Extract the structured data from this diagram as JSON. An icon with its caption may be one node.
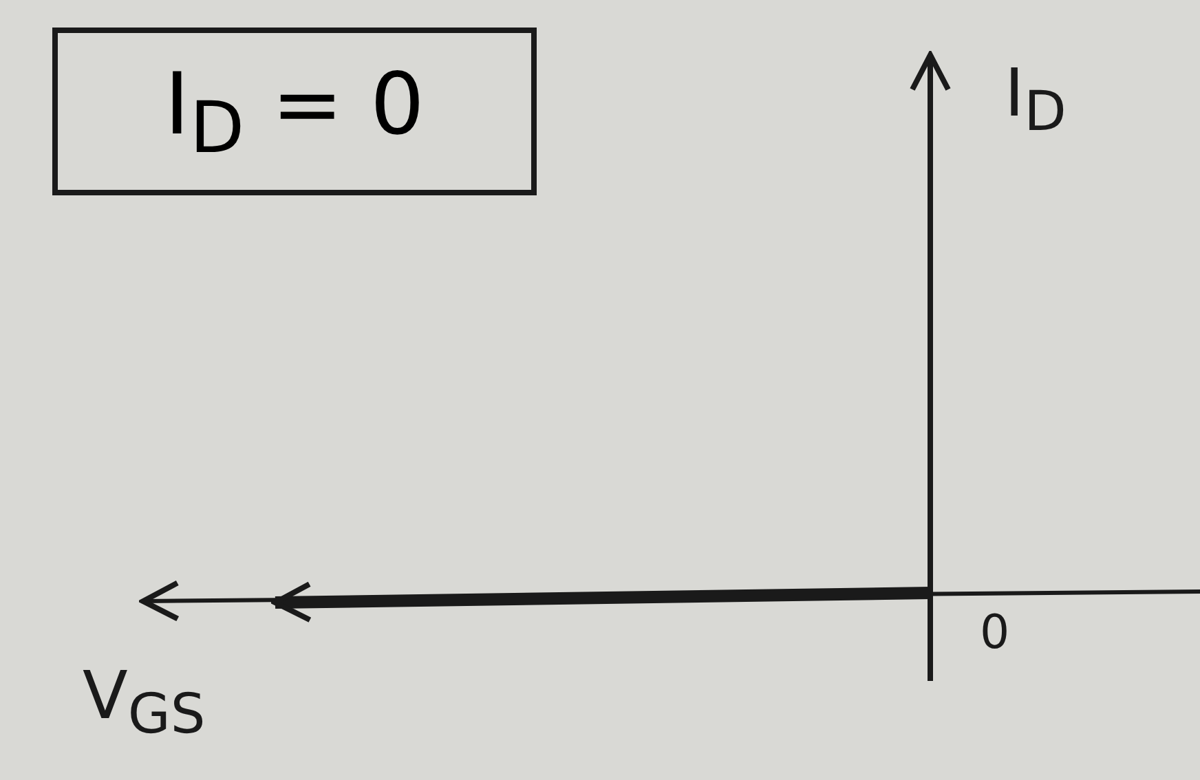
{
  "diagram": {
    "nodes": [
      {
        "text": [
          "I$_{D}$ = 0"
        ]
      }
    ],
    "labels": [
      "I$_{D}$",
      "V$_{GS}$",
      "0"
    ]
  }
}
